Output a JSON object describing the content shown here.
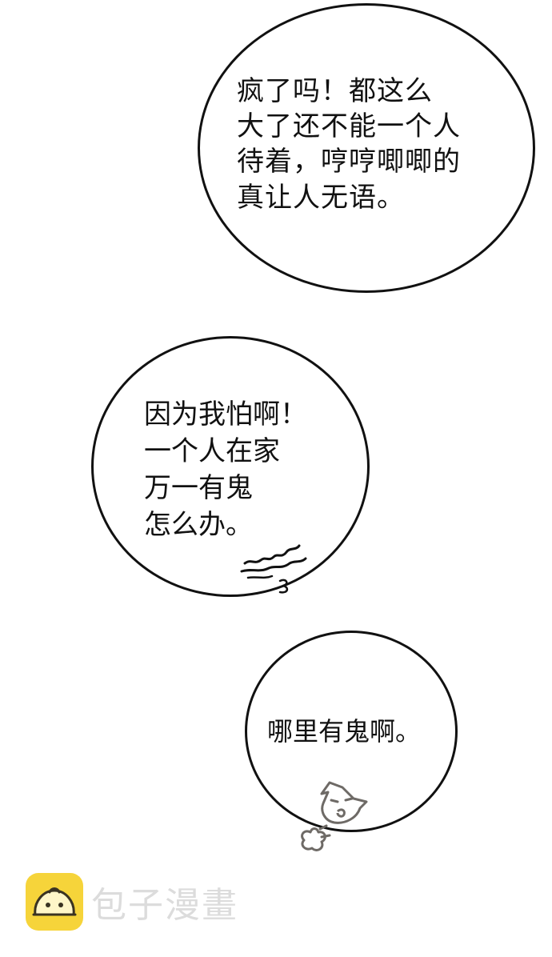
{
  "bubbles": [
    {
      "lines": "疯了吗！都这么\n大了还不能一个人\n待着，哼哼唧唧的\n真让人无语。"
    },
    {
      "lines": "因为我怕啊！\n一个人在家\n万一有鬼\n怎么办。"
    },
    {
      "lines": "哪里有鬼啊。"
    }
  ],
  "watermark": {
    "text": "包子漫畫",
    "logo_color": "#f6d43a",
    "text_color": "#dcdcdc"
  },
  "colors": {
    "ink": "#111111",
    "sketch": "#6e6a66",
    "background": "#ffffff"
  }
}
